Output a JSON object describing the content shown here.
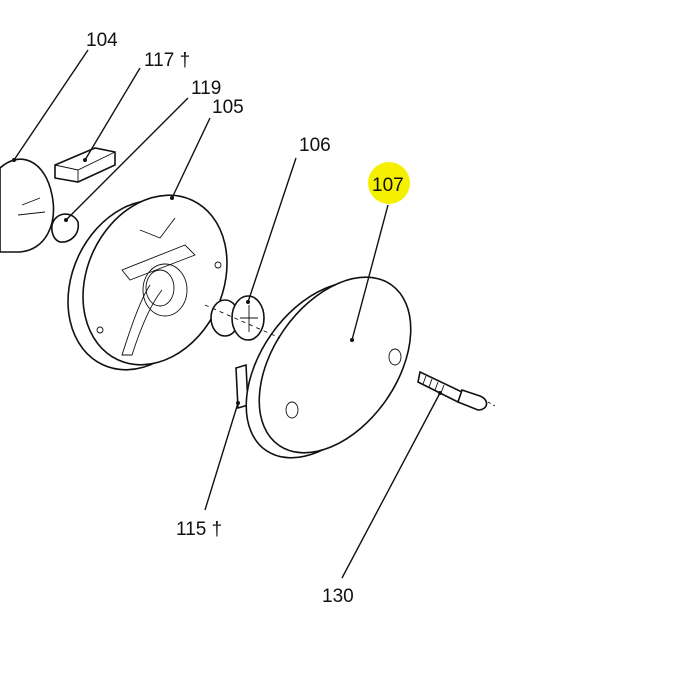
{
  "diagram": {
    "highlight_color": "#f5f000",
    "parts": [
      {
        "id": "p104",
        "label": "104"
      },
      {
        "id": "p117",
        "label": "117 †"
      },
      {
        "id": "p119",
        "label": "119"
      },
      {
        "id": "p105",
        "label": "105"
      },
      {
        "id": "p106",
        "label": "106"
      },
      {
        "id": "p107",
        "label": "107",
        "highlighted": true
      },
      {
        "id": "p115",
        "label": "115 †"
      },
      {
        "id": "p130",
        "label": "130"
      }
    ]
  }
}
